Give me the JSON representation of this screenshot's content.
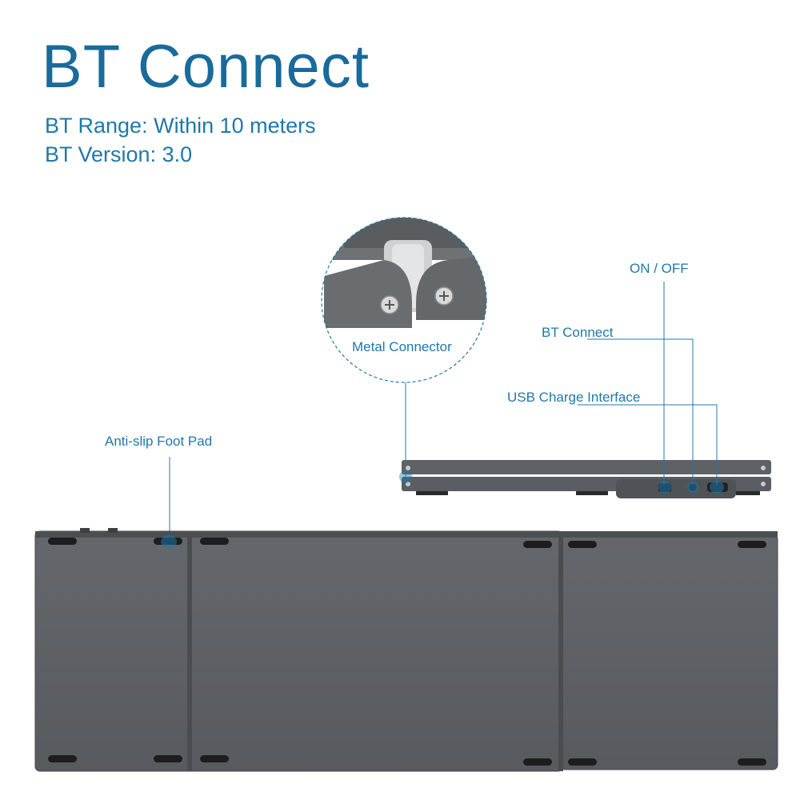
{
  "header": {
    "title": "BT Connect",
    "specs": [
      "BT Range: Within 10 meters",
      "BT Version: 3.0"
    ]
  },
  "callouts": {
    "metal_connector": "Metal Connector",
    "on_off": "ON / OFF",
    "bt_connect": "BT Connect",
    "usb_charge": "USB Charge Interface",
    "anti_slip": "Anti-slip Foot Pad"
  },
  "colors": {
    "accent": "#1f78aa",
    "keyboard_body": "#5c5f63",
    "keyboard_edge": "#3f4245",
    "foot_pad": "#1c1d1f"
  }
}
